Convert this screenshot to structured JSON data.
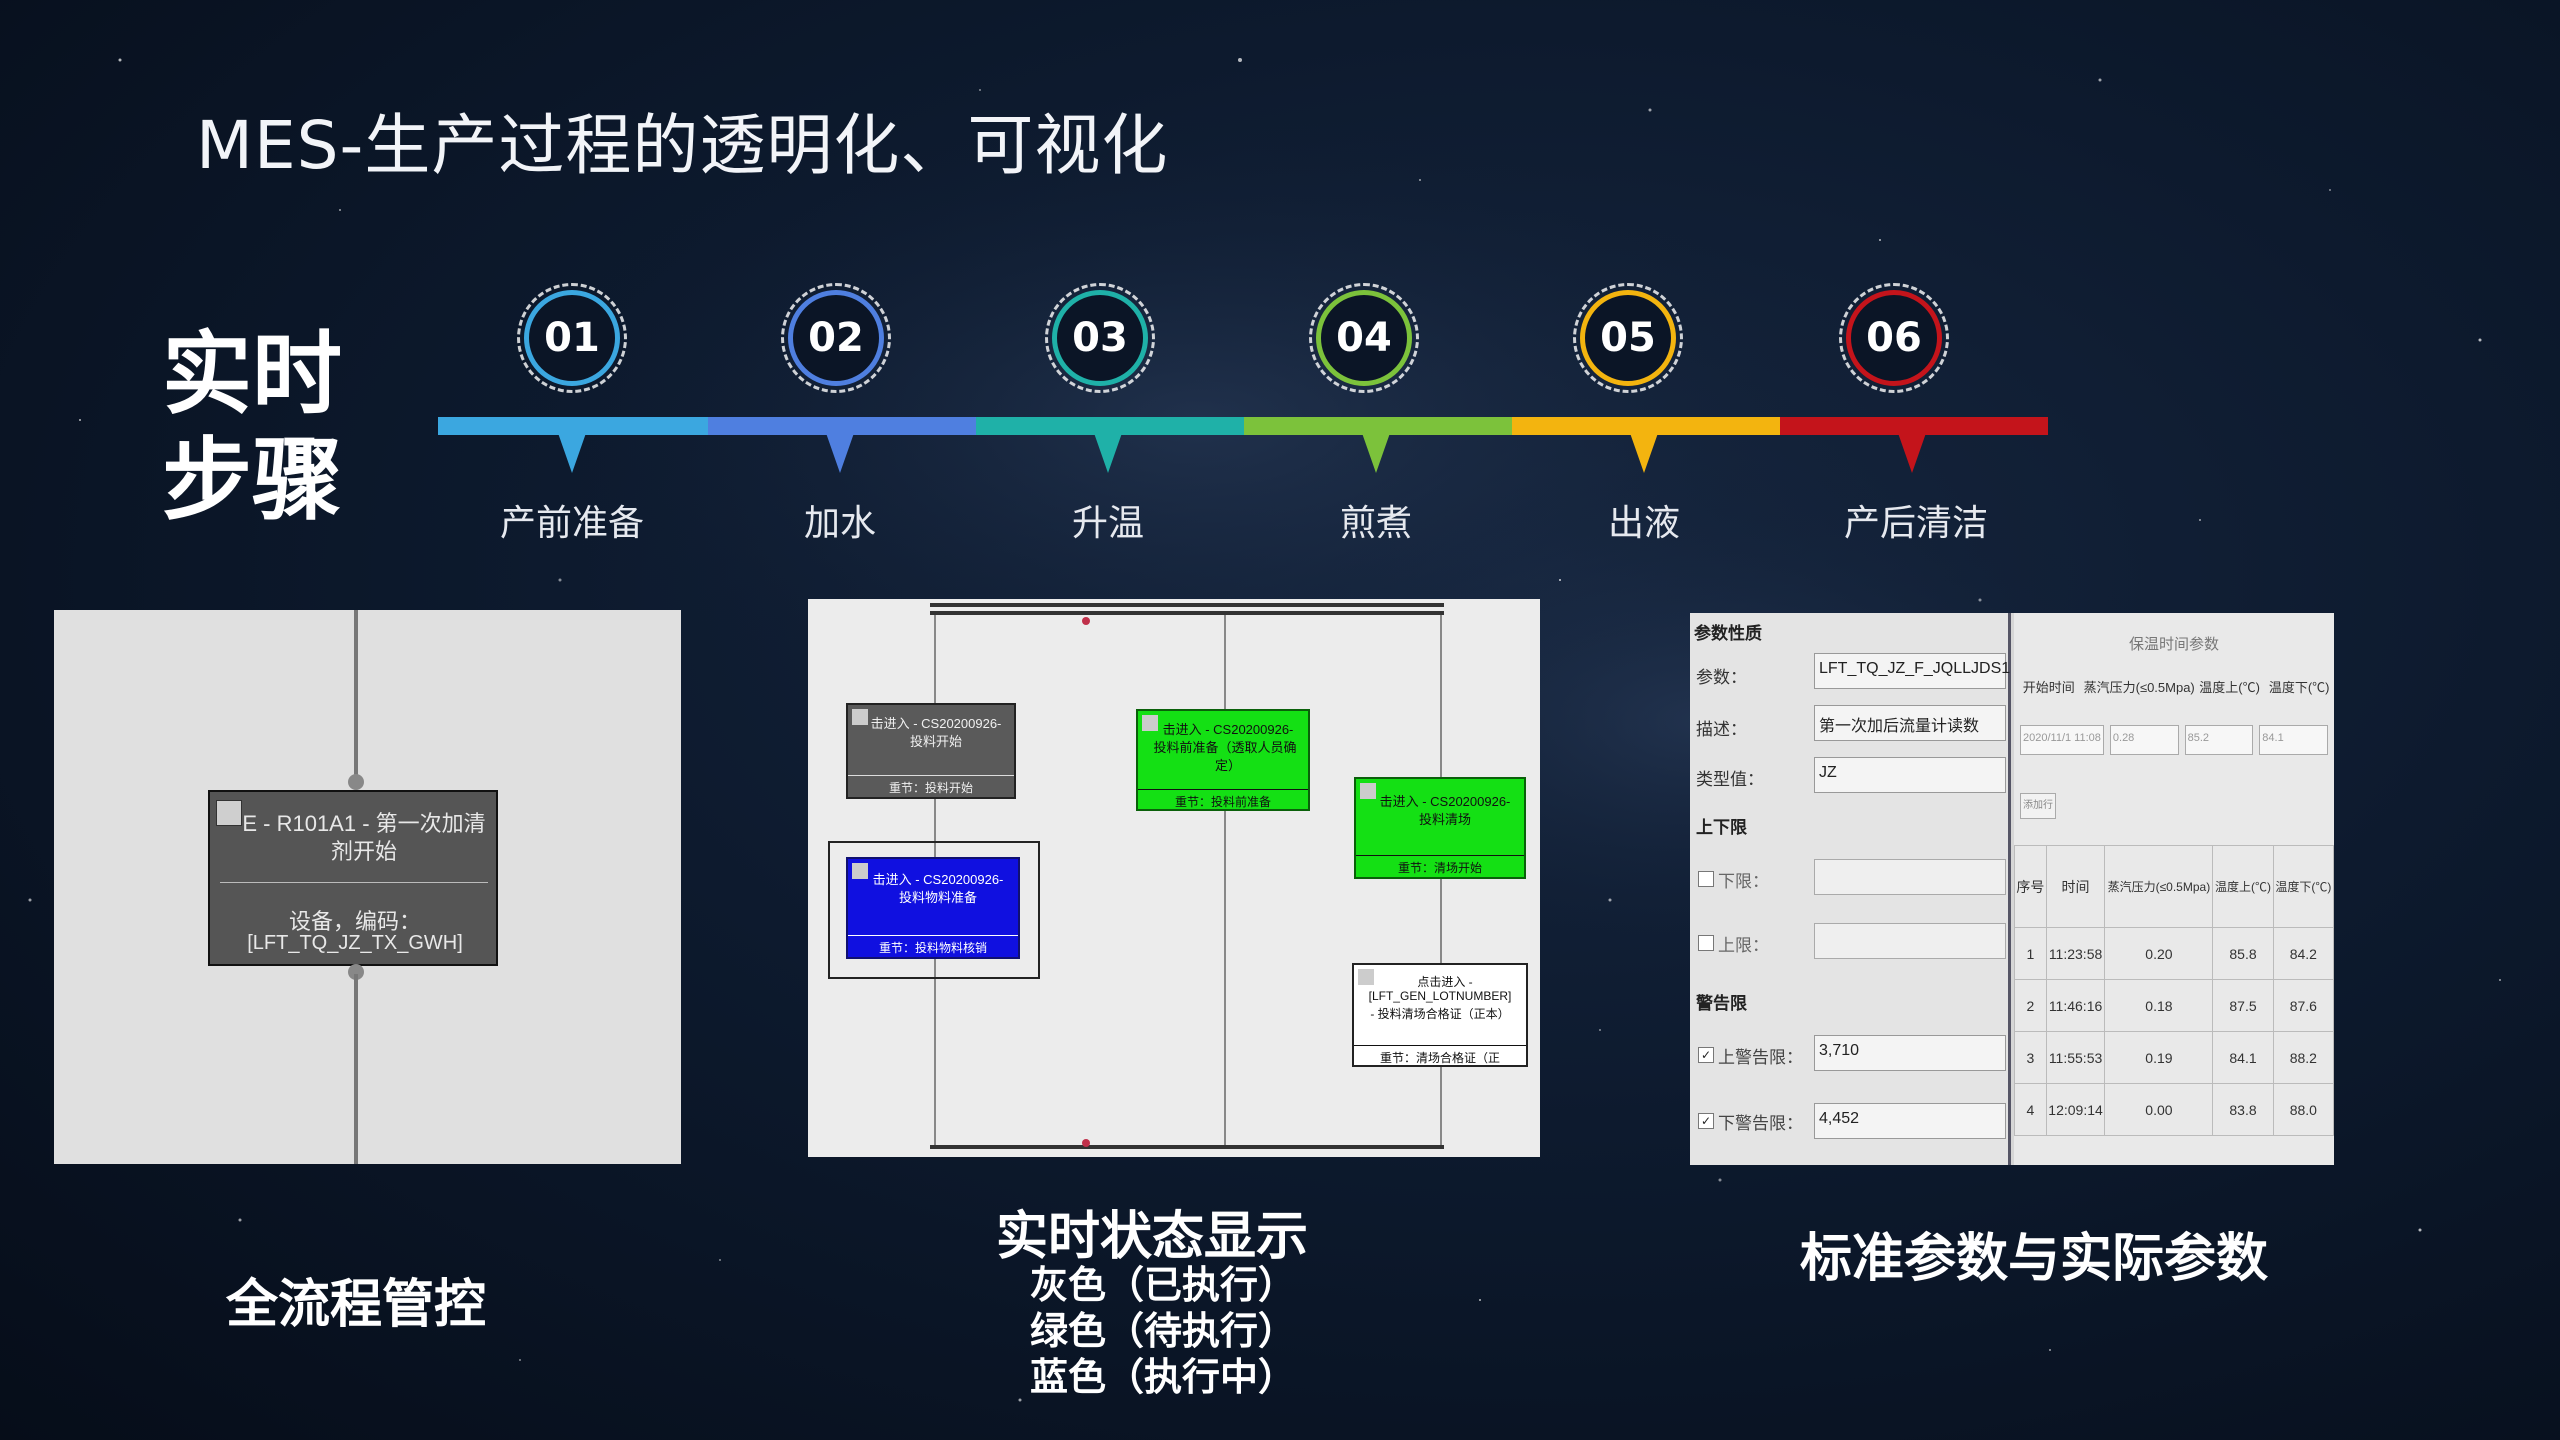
{
  "slide": {
    "title": "MES-生产过程的透明化、可视化",
    "side_title": [
      "实时",
      "步骤"
    ]
  },
  "steps": [
    {
      "num": "01",
      "label": "产前准备",
      "color": "#3ba7e0"
    },
    {
      "num": "02",
      "label": "加水",
      "color": "#4f7fe0"
    },
    {
      "num": "03",
      "label": "升温",
      "color": "#1fb1a8"
    },
    {
      "num": "04",
      "label": "煎煮",
      "color": "#7cc23b"
    },
    {
      "num": "05",
      "label": "出液",
      "color": "#f3b40f"
    },
    {
      "num": "06",
      "label": "产后清洁",
      "color": "#c4141b"
    }
  ],
  "panel1": {
    "node_line1": "E - R101A1 - 第一次加清",
    "node_line2": "剂开始",
    "node_line3": "设备，编码：",
    "node_line4": "[LFT_TQ_JZ_TX_GWH]",
    "caption": "全流程管控"
  },
  "panel2": {
    "nodes": [
      {
        "line1": "击进入 - CS20200926-",
        "line2": "投料开始",
        "footer": "重节：投料开始",
        "state": "gray"
      },
      {
        "line1": "击进入 - CS20200926-",
        "line2": "投料物料准备",
        "footer": "重节：投料物料核销",
        "state": "blue"
      },
      {
        "line1": "击进入 - CS20200926-",
        "line2": "投料前准备（透取人员确",
        "line3": "定）",
        "footer": "重节：投料前准备",
        "state": "green"
      },
      {
        "line1": "击进入 - CS20200926-",
        "line2": "投料清场",
        "footer": "重节：清场开始",
        "state": "green"
      },
      {
        "line1": "点击进入 -",
        "line2": "[LFT_GEN_LOTNUMBER]",
        "line3": "- 投料清场合格证（正本）",
        "footer": "重节：清场合格证（正",
        "state": "white"
      }
    ],
    "caption": "实时状态显示",
    "legend": [
      "灰色（已执行）",
      "绿色（待执行）",
      "蓝色（执行中）"
    ]
  },
  "panel3": {
    "left": {
      "section_props": "参数性质",
      "param_label": "参数：",
      "param_value": "LFT_TQ_JZ_F_JQLLJDS1",
      "desc_label": "描述：",
      "desc_value": "第一次加后流量计读数",
      "type_label": "类型值：",
      "type_value": "JZ",
      "section_limits": "上下限",
      "lower_label": "下限：",
      "upper_label": "上限：",
      "section_alarm": "警告限",
      "alarm_upper_label": "上警告限：",
      "alarm_upper_value": "3,710",
      "alarm_lower_label": "下警告限：",
      "alarm_lower_value": "4,452"
    },
    "right": {
      "header": "保温时间参数",
      "top_cols": [
        "开始时间",
        "蒸汽压力(≤0.5Mpa)",
        "温度上(℃)",
        "温度下(℃)"
      ],
      "top_row": [
        "2020/11/1 11:08",
        "0.28",
        "85.2",
        "84.1"
      ],
      "small_button": "添加行",
      "cols": [
        "序号",
        "时间",
        "蒸汽压力(≤0.5Mpa)",
        "温度上(℃)",
        "温度下(℃)"
      ],
      "rows": [
        [
          "1",
          "11:23:58",
          "0.20",
          "85.8",
          "84.2"
        ],
        [
          "2",
          "11:46:16",
          "0.18",
          "87.5",
          "87.6"
        ],
        [
          "3",
          "11:55:53",
          "0.19",
          "84.1",
          "88.2"
        ],
        [
          "4",
          "12:09:14",
          "0.00",
          "83.8",
          "88.0"
        ]
      ]
    },
    "caption": "标准参数与实际参数"
  }
}
